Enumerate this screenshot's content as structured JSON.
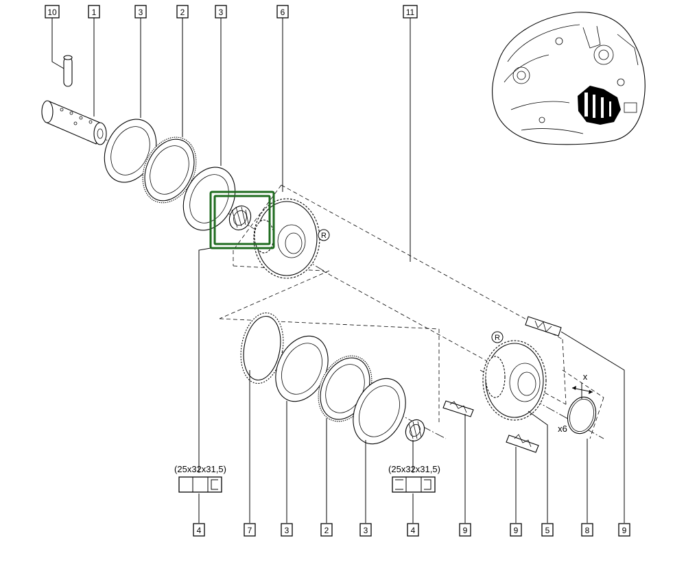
{
  "callouts": [
    {
      "id": "tag-10-top",
      "label": "10"
    },
    {
      "id": "tag-1-top",
      "label": "1"
    },
    {
      "id": "tag-3a-top",
      "label": "3"
    },
    {
      "id": "tag-2-top",
      "label": "2"
    },
    {
      "id": "tag-3b-top",
      "label": "3"
    },
    {
      "id": "tag-6-top",
      "label": "6"
    },
    {
      "id": "tag-11-top",
      "label": "11"
    },
    {
      "id": "tag-4a-bottom",
      "label": "4"
    },
    {
      "id": "tag-7-bottom",
      "label": "7"
    },
    {
      "id": "tag-3c-bottom",
      "label": "3"
    },
    {
      "id": "tag-2-bottom",
      "label": "2"
    },
    {
      "id": "tag-3d-bottom",
      "label": "3"
    },
    {
      "id": "tag-4b-bottom",
      "label": "4"
    },
    {
      "id": "tag-9a-bottom",
      "label": "9"
    },
    {
      "id": "tag-9b-bottom",
      "label": "9"
    },
    {
      "id": "tag-5-bottom",
      "label": "5"
    },
    {
      "id": "tag-8-bottom",
      "label": "8"
    },
    {
      "id": "tag-9c-bottom",
      "label": "9"
    }
  ],
  "bearing_size_left": "(25x32x31,5)",
  "bearing_size_right": "(25x32x31,5)",
  "gear_mark_reverse_upper": "R",
  "gear_mark_reverse_lower": "R",
  "quantity_label": "x6",
  "dimension_label": "x",
  "colors": {
    "highlight": "#1e6b1e",
    "ink": "#000000"
  }
}
